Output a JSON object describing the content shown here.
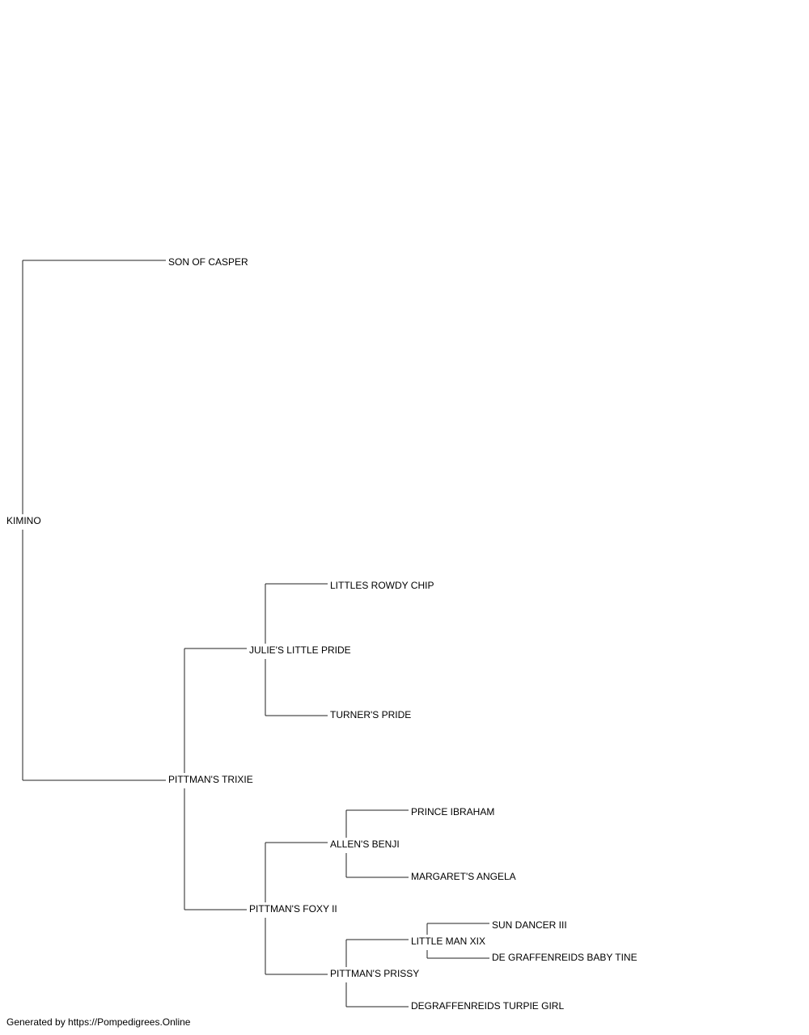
{
  "pedigree": {
    "subject": "KIMINO",
    "sire": "SON OF CASPER",
    "dam": "PITTMAN'S TRIXIE",
    "dam_sire": "JULIE'S LITTLE PRIDE",
    "dam_sire_sire": "LITTLES ROWDY CHIP",
    "dam_sire_dam": "TURNER'S PRIDE",
    "dam_dam": "PITTMAN'S FOXY II",
    "dam_dam_sire": "ALLEN'S BENJI",
    "dam_dam_sire_sire": "PRINCE IBRAHAM",
    "dam_dam_sire_dam": "MARGARET'S ANGELA",
    "dam_dam_dam": "PITTMAN'S PRISSY",
    "dam_dam_dam_sire": "LITTLE MAN XIX",
    "dam_dam_dam_sire_sire": "SUN DANCER III",
    "dam_dam_dam_sire_dam": "DE GRAFFENREIDS BABY TINE",
    "dam_dam_dam_dam": "DEGRAFFENREIDS TURPIE GIRL"
  },
  "footer": {
    "text": "Generated by https://Pompedigrees.Online"
  }
}
